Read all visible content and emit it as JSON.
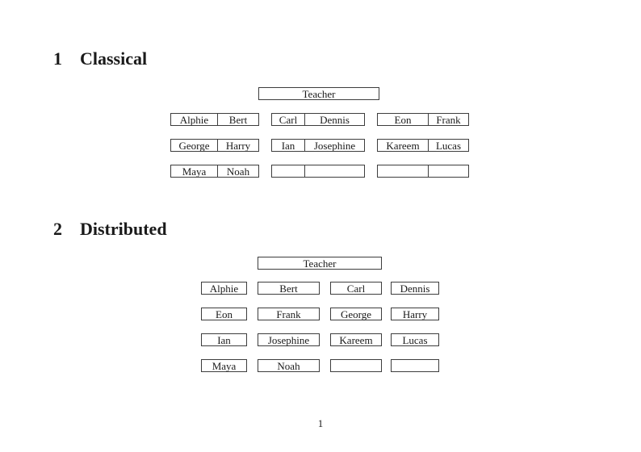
{
  "document": {
    "page_number": "1"
  },
  "classical": {
    "heading_number": "1",
    "heading_title": "Classical",
    "teacher_label": "Teacher",
    "desk_rows": [
      [
        [
          "Alphie",
          "Bert"
        ],
        [
          "Carl",
          "Dennis"
        ],
        [
          "Eon",
          "Frank"
        ]
      ],
      [
        [
          "George",
          "Harry"
        ],
        [
          "Ian",
          "Josephine"
        ],
        [
          "Kareem",
          "Lucas"
        ]
      ],
      [
        [
          "Maya",
          "Noah"
        ],
        [
          "",
          ""
        ],
        [
          "",
          ""
        ]
      ]
    ]
  },
  "distributed": {
    "heading_number": "2",
    "heading_title": "Distributed",
    "teacher_label": "Teacher",
    "seat_rows": [
      [
        "Alphie",
        "Bert",
        "Carl",
        "Dennis"
      ],
      [
        "Eon",
        "Frank",
        "George",
        "Harry"
      ],
      [
        "Ian",
        "Josephine",
        "Kareem",
        "Lucas"
      ],
      [
        "Maya",
        "Noah",
        "",
        ""
      ]
    ]
  }
}
